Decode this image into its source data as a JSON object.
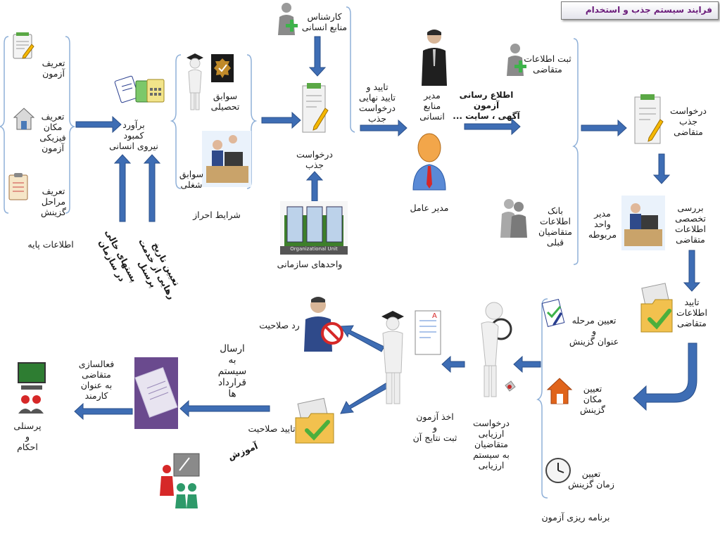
{
  "title": "فرایند سیستم جذب و استخدام",
  "nodes": {
    "def_exam": "تعریف\nآزمون",
    "def_place": "تعریف\nمکان\nفیزیکی\nآزمون",
    "def_stages": "تعریف\nمراحل\nگزینش",
    "base_info": "اطلاعات پایه",
    "estimate": "برآورد\nکمبود\nنیروی انسانی",
    "vacant_posts": "پستهای خالی\nدر سازمان",
    "retire_date": "تعیین تاریخ\nرهایی از خدمت\nپرسنل",
    "edu_records": "سوابق\nتحصیلی",
    "job_records": "سوابق\nشغلی",
    "qualifications": "شرایط احراز",
    "hr_expert": "کارشناس\nمنابع انسانی",
    "hire_request": "درخواست\nجذب",
    "org_units": "واحدهای سازمانی",
    "org_unit_caption": "Organizational Unit",
    "final_approval": "تایید و\nتایید نهایی\nدرخواست\nجذب",
    "hr_manager": "مدیر\nمنابع\nانسانی",
    "ceo": "مدیر عامل",
    "announce": "اطلاع رسانی\nآزمون\nآگهی ، سایت ...",
    "register_applicant": "ثبت اطلاعات\nمتقاضی",
    "applicant_request": "درخواست\nجذب\nمتقاضی",
    "prev_bank": "بانک\nاطلاعات\nمتقاضیان\nقبلی",
    "unit_manager": "مدیر\nواحد\nمربوطه",
    "expert_review": "بررسی\nتخصصی\nاطلاعات\nمتقاضی",
    "approve_info": "تایید\nاطلاعات\nمتقاضی",
    "set_stage": "تعیین مرحله\nو\nعنوان گزینش",
    "set_place": "تعیین\nمکان\nگزینش",
    "set_time": "تعیین\nزمان گزینش",
    "exam_planning": "برنامه ریزی آزمون",
    "eval_request": "درخواست\nارزیابی\nمتقاضیان\nبه سیستم\nارزیابی",
    "take_exam": "اخذ آزمون\nو\nثبت نتایج آن",
    "reject": "رد صلاحیت",
    "approve_comp": "تایید صلاحیت",
    "send_contract": "ارسال\nبه\nسیستم\nقرارداد\nها",
    "training": "آموزش",
    "activate": "فعالسازی\nمتقاضی\nبه عنوان\nکارمند",
    "personnel": "پرسنلی\nو\nاحکام"
  },
  "colors": {
    "arrow": "#3e6db4",
    "arrow_stroke": "#2a4f8a",
    "bracket": "#8fb0d8",
    "title": "#6a1b7a",
    "plus": "#3db34a",
    "reject": "#d62828",
    "check": "#4caf3c",
    "folder": "#f2c14e",
    "doc": "#e8e8e8",
    "house": "#e0641b"
  }
}
